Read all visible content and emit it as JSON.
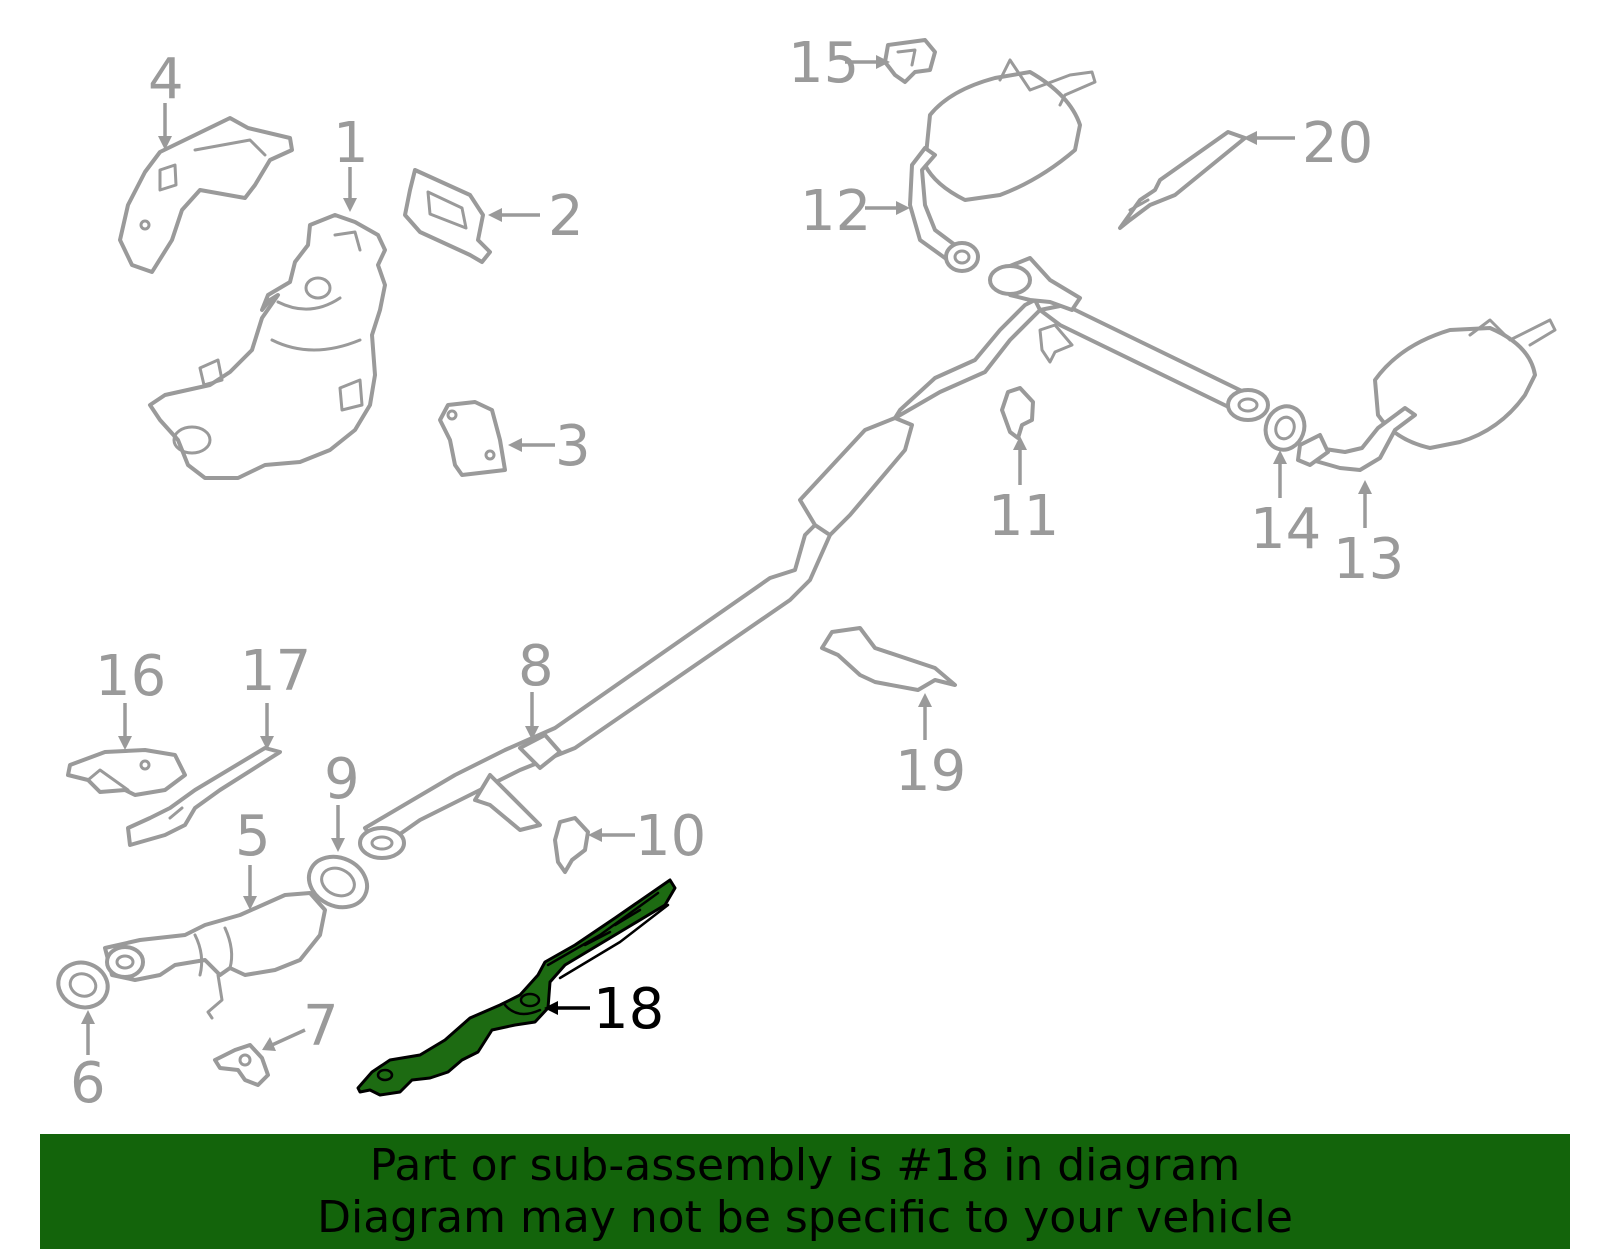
{
  "callouts": {
    "c1": "1",
    "c2": "2",
    "c3": "3",
    "c4": "4",
    "c5": "5",
    "c6": "6",
    "c7": "7",
    "c8": "8",
    "c9": "9",
    "c10": "10",
    "c11": "11",
    "c12": "12",
    "c13": "13",
    "c14": "14",
    "c15": "15",
    "c16": "16",
    "c17": "17",
    "c18": "18",
    "c19": "19",
    "c20": "20"
  },
  "highlight": {
    "part_number": "18",
    "color": "#1d6b12"
  },
  "banner": {
    "line1": "Part or sub-assembly is #18 in diagram",
    "line2": "Diagram may not be specific to your vehicle",
    "background": "#13640b"
  },
  "colors": {
    "line": "#9a9a9a",
    "highlight_outline": "#000000"
  }
}
